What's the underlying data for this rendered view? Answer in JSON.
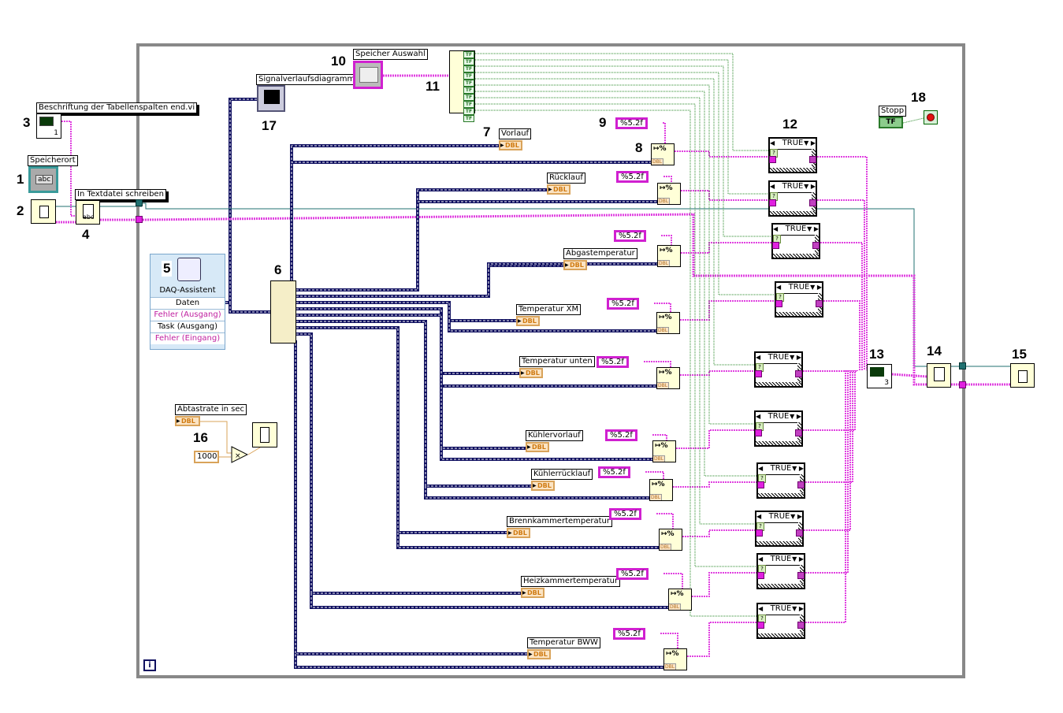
{
  "diagram": {
    "type": "LabVIEW block diagram",
    "colors": {
      "frame": "#888888",
      "string_wire": "#e040e0",
      "data_wire": "#101060",
      "boolean_wire": "#2a8a2a",
      "refnum_wire": "#207070",
      "numeric_wire": "#d9a35a",
      "node_fill": "#ffffd8"
    },
    "callouts": [
      "1",
      "2",
      "3",
      "4",
      "5",
      "6",
      "7",
      "8",
      "9",
      "10",
      "11",
      "12",
      "13",
      "14",
      "15",
      "16",
      "17",
      "18"
    ],
    "nodes": {
      "speicherort": {
        "label": "Speicherort",
        "glyph": "abc"
      },
      "open_file": {
        "glyph": "new-file"
      },
      "subvi": {
        "label": "Beschriftung der Tabellenspalten end.vi",
        "terminal": "1"
      },
      "write_text": {
        "label": "In Textdatei schreiben",
        "glyph": "abc"
      },
      "daq": {
        "title": "DAQ-Assistent",
        "rows": [
          "Daten",
          "Fehler (Ausgang)",
          "Task (Ausgang)",
          "Fehler (Eingang)"
        ]
      },
      "graph": {
        "label": "Signalverlaufsdiagramm"
      },
      "memory_select": {
        "label": "Speicher Auswahl"
      },
      "unbundle_bool": {
        "items": [
          "TF",
          "TF",
          "TF",
          "TF",
          "TF",
          "TF",
          "TF",
          "TF",
          "TF",
          "TF"
        ]
      },
      "stop": {
        "label": "Stopp",
        "glyph": "TF"
      },
      "build_table": {
        "terminal": "3"
      },
      "timing": {
        "label": "Abtastrate in sec",
        "constant": "1000",
        "type": "DBL"
      },
      "loop_info": "i"
    },
    "channels": [
      {
        "name": "Vorlauf",
        "type": "DBL",
        "format": "%5.2f"
      },
      {
        "name": "Rücklauf",
        "type": "DBL",
        "format": "%5.2f"
      },
      {
        "name": "Abgastemperatur",
        "type": "DBL",
        "format": "%5.2f"
      },
      {
        "name": "Temperatur XM",
        "type": "DBL",
        "format": "%5.2f"
      },
      {
        "name": "Temperatur unten",
        "type": "DBL",
        "format": "%5.2f"
      },
      {
        "name": "Kühlervorlauf",
        "type": "DBL",
        "format": "%5.2f"
      },
      {
        "name": "Kühlerrücklauf",
        "type": "DBL",
        "format": "%5.2f"
      },
      {
        "name": "Brennkammertemperatur",
        "type": "DBL",
        "format": "%5.2f"
      },
      {
        "name": "Heizkammertemperatur",
        "type": "DBL",
        "format": "%5.2f"
      },
      {
        "name": "Temperatur BWW",
        "type": "DBL",
        "format": "%5.2f"
      }
    ],
    "case_label": "TRUE",
    "fmt_func_tag": "DBL",
    "fmt_func_glyph": "↦%"
  }
}
